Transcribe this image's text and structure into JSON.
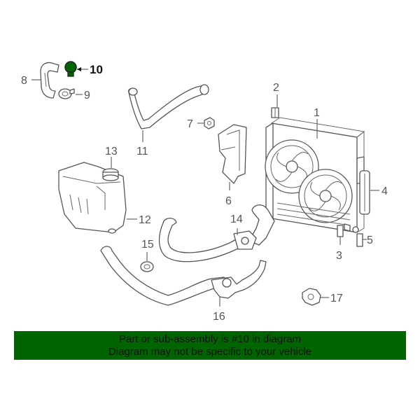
{
  "callouts": {
    "c1": "1",
    "c2": "2",
    "c3": "3",
    "c4": "4",
    "c5": "5",
    "c6": "6",
    "c7": "7",
    "c8": "8",
    "c9": "9",
    "c10": "10",
    "c11": "11",
    "c12": "12",
    "c13": "13",
    "c14": "14",
    "c15": "15",
    "c16": "16",
    "c17": "17"
  },
  "highlight": {
    "part": "10",
    "color": "#006400"
  },
  "banner": {
    "line1": "Part or sub-assembly is #10 in diagram",
    "line2": "Diagram may not be specific to your vehicle",
    "background": "#006400"
  }
}
